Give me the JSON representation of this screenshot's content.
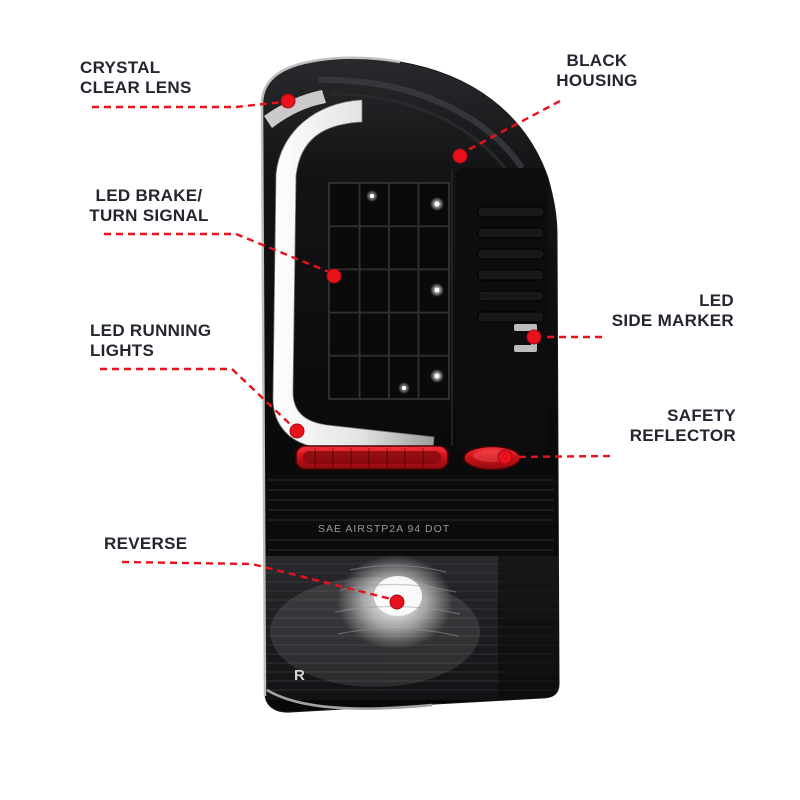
{
  "colors": {
    "accent_red": "#e8111c",
    "label_text": "#23262f",
    "housing_black": "#0a0a0b",
    "light_bar_silver": "#e6e6e6",
    "reflector_red": "#c41016"
  },
  "callouts": [
    {
      "name": "crystal-clear-lens",
      "label": "CRYSTAL\nCLEAR LENS"
    },
    {
      "name": "black-housing",
      "label": "BLACK\nHOUSING"
    },
    {
      "name": "led-brake-turn-signal",
      "label": "LED BRAKE/\nTURN SIGNAL"
    },
    {
      "name": "led-running-lights",
      "label": "LED RUNNING\nLIGHTS"
    },
    {
      "name": "led-side-marker",
      "label": "LED\nSIDE MARKER"
    },
    {
      "name": "safety-reflector",
      "label": "SAFETY\nREFLECTOR"
    },
    {
      "name": "reverse",
      "label": "REVERSE"
    }
  ],
  "product": {
    "markings": {
      "certification_text": "SAE AIRSTP2A 94 DOT",
      "reverse_letter": "R"
    }
  }
}
